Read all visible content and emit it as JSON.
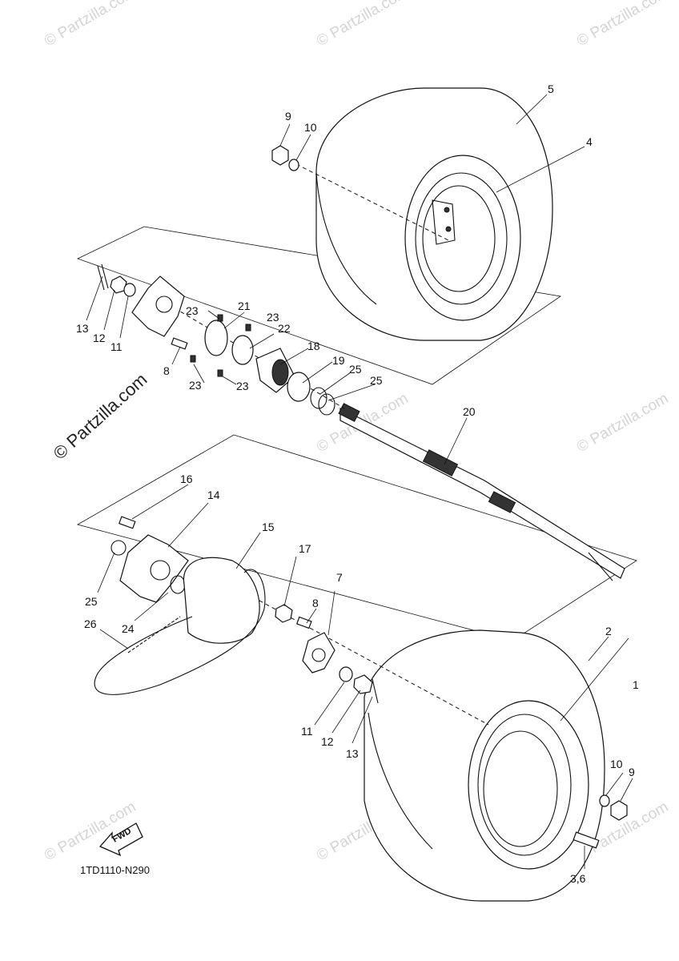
{
  "diagram": {
    "code": "1TD1110-N290",
    "fwd_label": "FWD",
    "watermark": "© Partzilla.com",
    "watermark_main": "© Partzilla.com"
  },
  "labels": {
    "p1": "1",
    "p2": "2",
    "p3_6": "3,6",
    "p4": "4",
    "p5": "5",
    "p7": "7",
    "p8a": "8",
    "p8b": "8",
    "p9a": "9",
    "p9b": "9",
    "p10a": "10",
    "p10b": "10",
    "p11a": "11",
    "p11b": "11",
    "p12a": "12",
    "p12b": "12",
    "p13a": "13",
    "p13b": "13",
    "p14": "14",
    "p15": "15",
    "p16": "16",
    "p17": "17",
    "p18": "18",
    "p19": "19",
    "p20": "20",
    "p21": "21",
    "p22": "22",
    "p23a": "23",
    "p23b": "23",
    "p23c": "23",
    "p23d": "23",
    "p24": "24",
    "p25a": "25",
    "p25b": "25",
    "p25c": "25",
    "p26": "26"
  }
}
